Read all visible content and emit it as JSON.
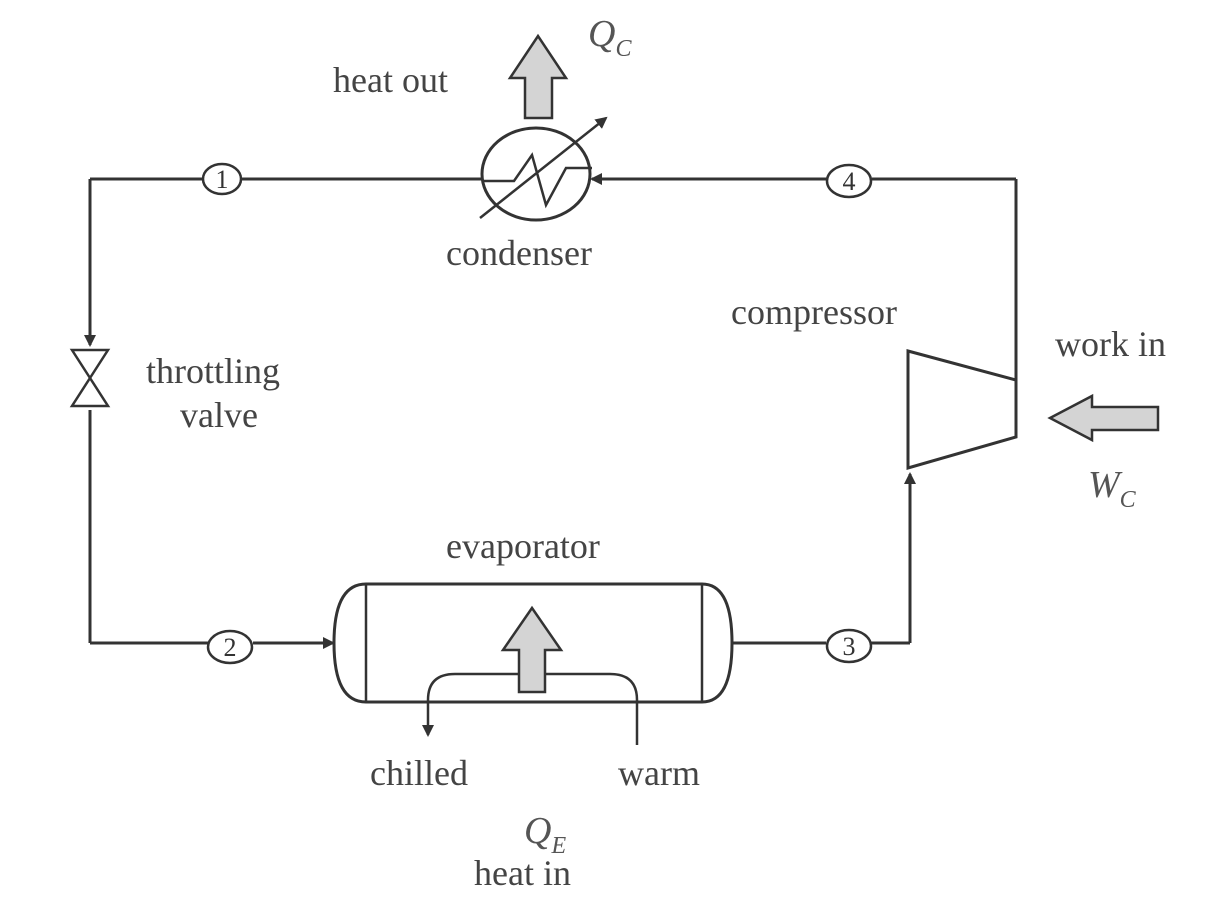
{
  "labels": {
    "heat_out": "heat out",
    "q_c_symbol": "Q",
    "q_c_sub": "C",
    "condenser": "condenser",
    "compressor": "compressor",
    "work_in": "work in",
    "w_c_symbol": "W",
    "w_c_sub": "C",
    "throttling": "throttling",
    "valve": "valve",
    "evaporator": "evaporator",
    "chilled": "chilled",
    "warm": "warm",
    "q_e_symbol": "Q",
    "q_e_sub": "E",
    "heat_in": "heat in"
  },
  "nodes": [
    "1",
    "2",
    "3",
    "4"
  ],
  "colors": {
    "line": "#333333",
    "arrow_fill": "#d4d4d4",
    "text": "#444444"
  }
}
